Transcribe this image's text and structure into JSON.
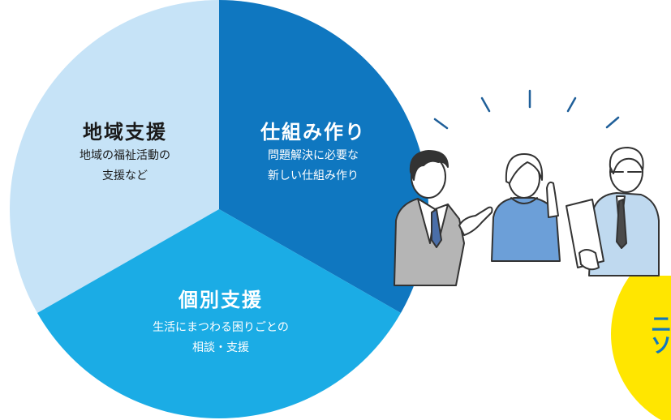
{
  "diagram": {
    "segments": [
      {
        "id": "chiiki",
        "title": "地域支援",
        "description": "地域の福祉活動の\n支援など",
        "color": "#c6e3f7"
      },
      {
        "id": "shikumi",
        "title": "仕組み作り",
        "description": "問題解決に必要な\n新しい仕組み作り",
        "color": "#0f77c0"
      },
      {
        "id": "kobetsu",
        "title": "個別支援",
        "description": "生活にまつわる困りごとの\n相談・支援",
        "color": "#1bace5"
      }
    ]
  },
  "illustration": {
    "subject": "people-discussing",
    "colors": {
      "line": "#333333",
      "sweater": "#6c9fd8",
      "shirt": "#bfd9ef",
      "jacket": "#b5b5b5",
      "spark": "#1f5f99"
    }
  },
  "badge": {
    "text": "ニ\nソ",
    "color": "#ffe600",
    "text_color": "#0f77c0"
  }
}
